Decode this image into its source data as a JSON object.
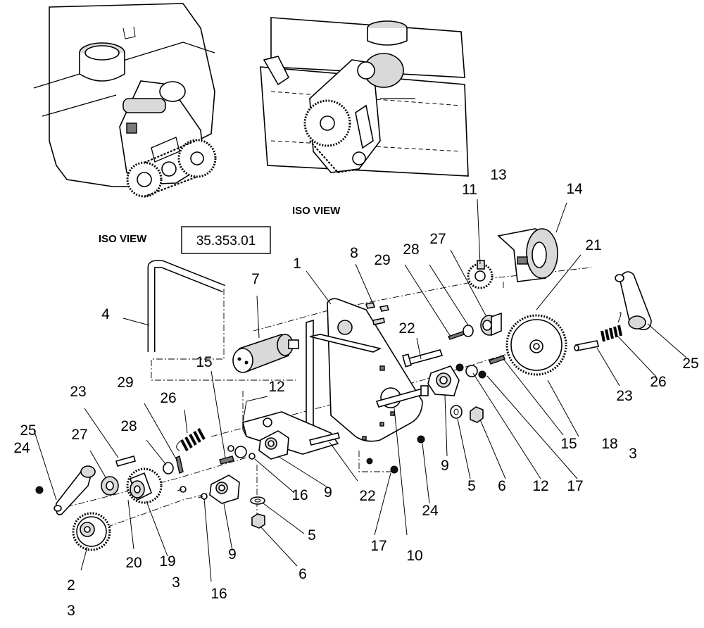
{
  "headings": {
    "iso_view_upper": "ISO VIEW",
    "iso_view_left": "ISO VIEW"
  },
  "reference_box": "35.353.01",
  "callouts": {
    "c1": "1",
    "c2": "2",
    "c2b": "3",
    "c4": "4",
    "c5a": "5",
    "c5b": "5",
    "c6a": "6",
    "c6b": "6",
    "c7": "7",
    "c8": "8",
    "c9a": "9",
    "c9b": "9",
    "c9c": "9",
    "c10": "10",
    "c11": "11",
    "c11b": "13",
    "c12a": "12",
    "c12b": "12",
    "c14": "14",
    "c15a": "15",
    "c15b": "15",
    "c16a": "16",
    "c16b": "16",
    "c17a": "17",
    "c17b": "17",
    "c18": "18",
    "c18b": "3",
    "c19": "19",
    "c19b": "3",
    "c20": "20",
    "c21": "21",
    "c22a": "22",
    "c22b": "22",
    "c23a": "23",
    "c23b": "23",
    "c24a": "24",
    "c24b": "24",
    "c25a": "25",
    "c25b": "25",
    "c26a": "26",
    "c26b": "26",
    "c27a": "27",
    "c27b": "27",
    "c28a": "28",
    "c28b": "28",
    "c29a": "29",
    "c29b": "29"
  }
}
